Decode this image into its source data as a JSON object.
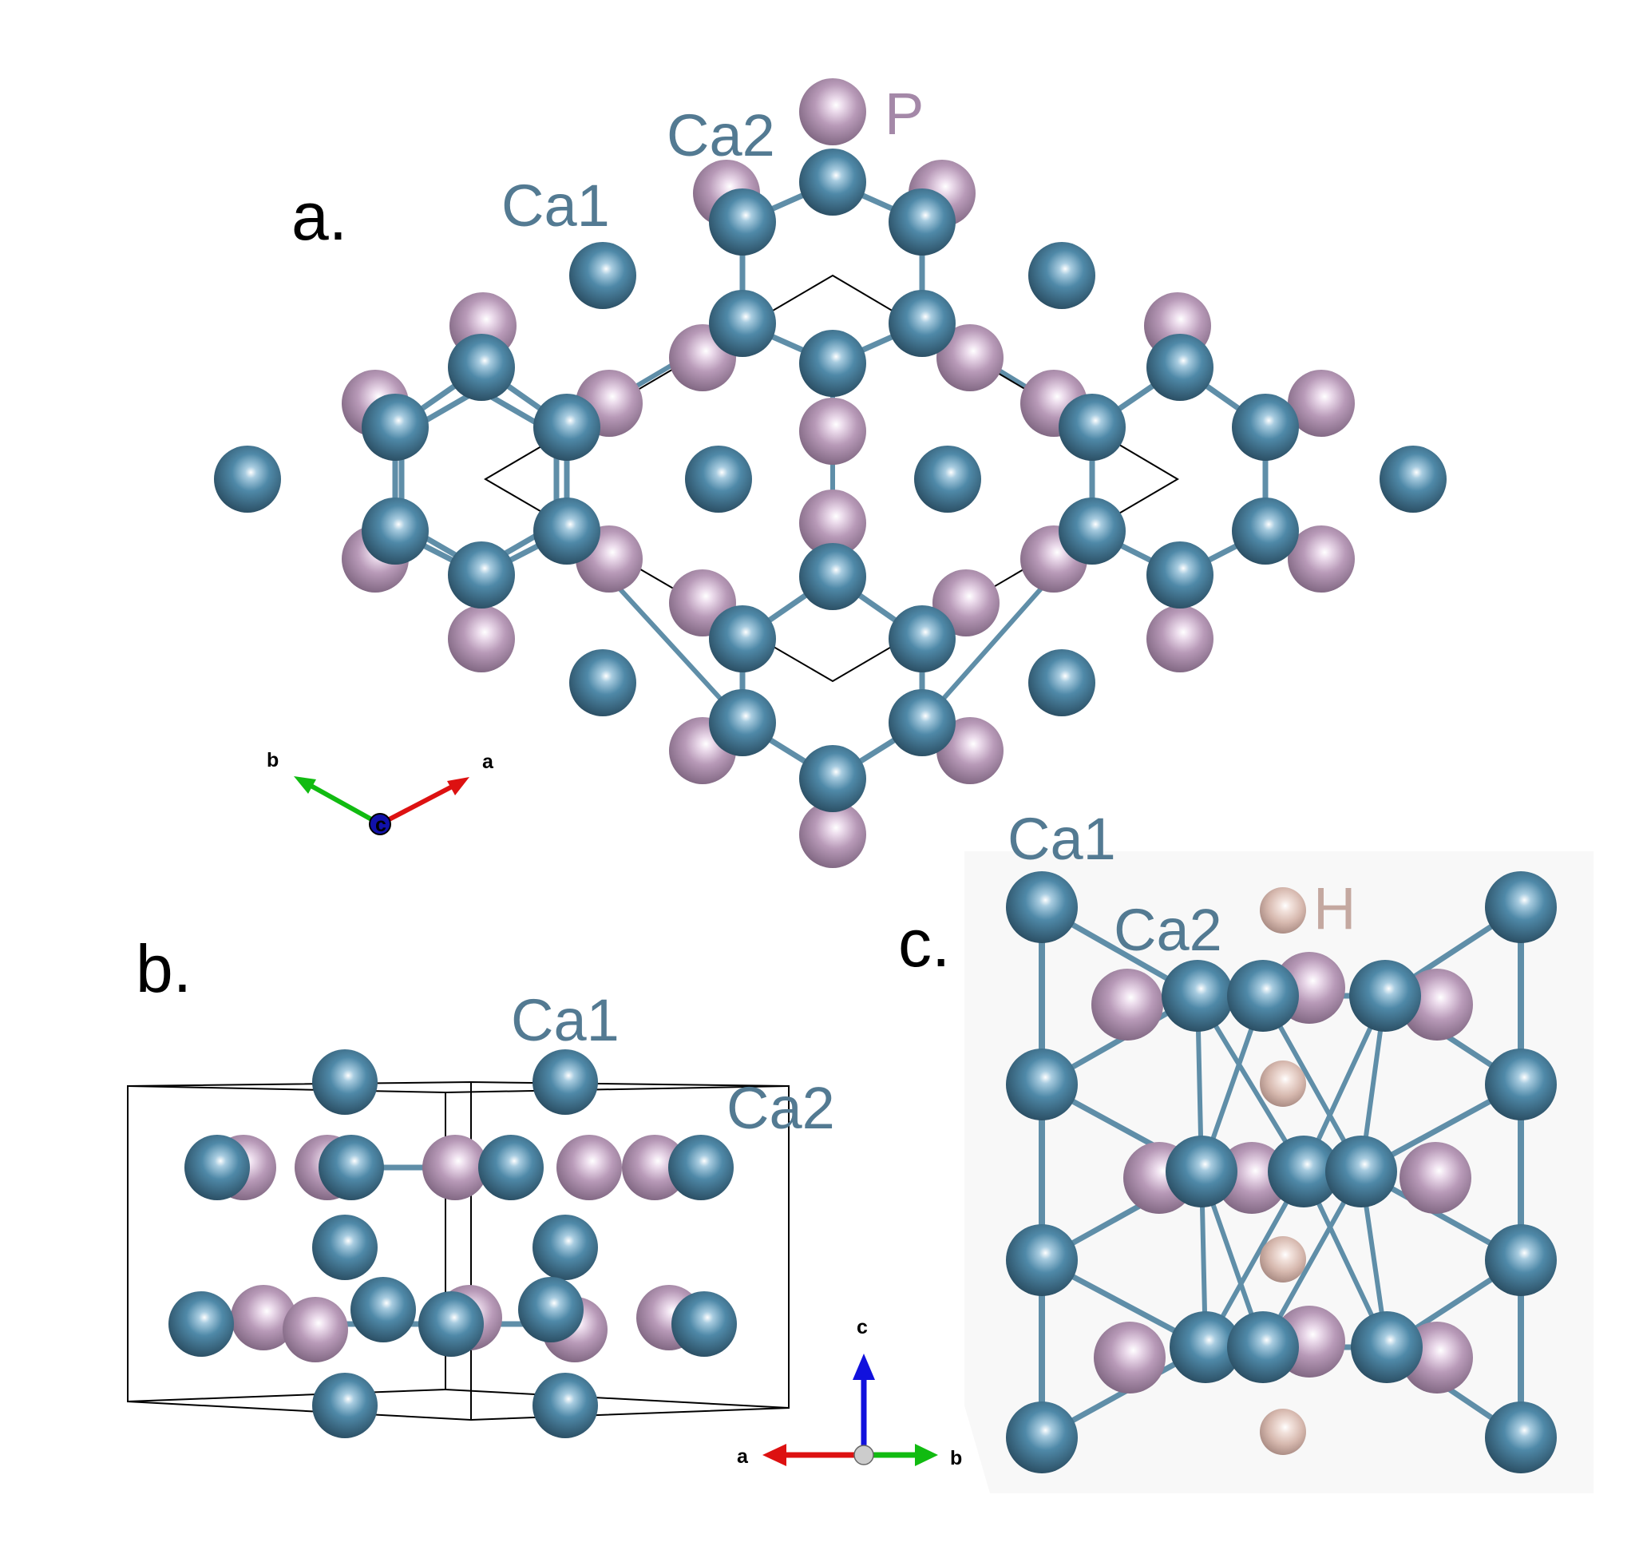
{
  "panels": [
    {
      "id": "a",
      "letter": "a.",
      "labels": {
        "ca1": "Ca1",
        "ca2": "Ca2",
        "p": "P"
      },
      "axes": {
        "a": "a",
        "b": "b",
        "c": "c"
      }
    },
    {
      "id": "b",
      "letter": "b.",
      "labels": {
        "ca1": "Ca1",
        "ca2": "Ca2"
      },
      "axes": {
        "a": "a",
        "b": "b",
        "c": "c"
      }
    },
    {
      "id": "c",
      "letter": "c.",
      "labels": {
        "ca1": "Ca1",
        "ca2": "Ca2",
        "h": "H"
      }
    }
  ],
  "elements": {
    "Ca": {
      "color": "#4a7894"
    },
    "P": {
      "color": "#b89cbc"
    },
    "H": {
      "color": "#dcc0b8"
    }
  },
  "label_colors": {
    "Ca": "#537a92",
    "P": "#a488a8",
    "H": "#c4a8a0"
  },
  "axis_colors": {
    "a": "#dd1111",
    "b": "#11bb11",
    "c": "#1111dd"
  }
}
